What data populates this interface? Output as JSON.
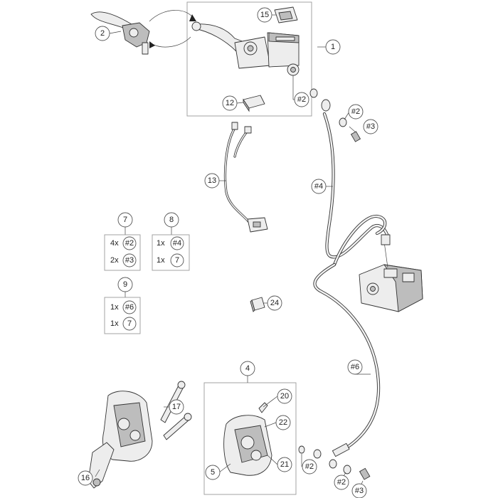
{
  "callouts": {
    "c1": "1",
    "c2": "2",
    "c4": "4",
    "c5": "5",
    "c7": "7",
    "c8": "8",
    "c9": "9",
    "c12": "12",
    "c13": "13",
    "c15": "15",
    "c16": "16",
    "c17": "17",
    "c20": "20",
    "c21": "21",
    "c22": "22",
    "c24": "24",
    "h2a": "#2",
    "h2b": "#2",
    "h2c": "#2",
    "h2d": "#2",
    "h3a": "#3",
    "h3b": "#3",
    "h4": "#4",
    "h6": "#6"
  },
  "kits": {
    "k7": {
      "rows": [
        {
          "qty": "4x",
          "ref": "#2"
        },
        {
          "qty": "2x",
          "ref": "#3"
        }
      ]
    },
    "k8": {
      "rows": [
        {
          "qty": "1x",
          "ref": "#4"
        },
        {
          "qty": "1x",
          "ref": "7"
        }
      ]
    },
    "k9": {
      "rows": [
        {
          "qty": "1x",
          "ref": "#6"
        },
        {
          "qty": "1x",
          "ref": "7"
        }
      ]
    }
  }
}
